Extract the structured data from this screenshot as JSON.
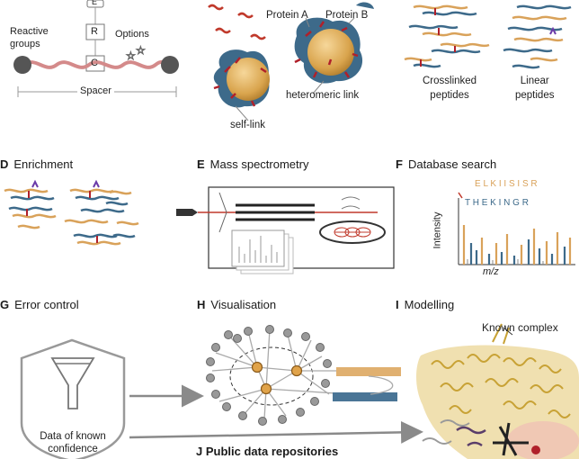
{
  "panelA": {
    "reactive_groups": "Reactive\ngroups",
    "options": "Options",
    "spacer": "Spacer",
    "box_e": "E",
    "box_r": "R",
    "box_c": "C"
  },
  "panelB": {
    "protein_a": "Protein A",
    "protein_b": "Protein B",
    "heteromeric_link": "heteromeric link",
    "self_link": "self-link"
  },
  "panelC": {
    "crosslinked": "Crosslinked\npeptides",
    "linear": "Linear\npeptides"
  },
  "panels": [
    {
      "letter": "D",
      "title": "Enrichment"
    },
    {
      "letter": "E",
      "title": "Mass spectrometry"
    },
    {
      "letter": "F",
      "title": "Database search"
    },
    {
      "letter": "G",
      "title": "Error control"
    },
    {
      "letter": "H",
      "title": "Visualisation"
    },
    {
      "letter": "I",
      "title": "Modelling"
    }
  ],
  "panelF": {
    "seq_top": "E L K I I S I S R",
    "seq_bottom": "T H E K I N G R",
    "ylabel": "Intensity",
    "xlabel": "m/z"
  },
  "panelG": {
    "shield_text": "Data of known\nconfidence"
  },
  "panelI": {
    "known_complex": "Known complex"
  },
  "panelJ": {
    "letter": "J",
    "title": "Public data repositories"
  },
  "colors": {
    "orange": "#d9a25a",
    "blue": "#3d6a8a",
    "red": "#c0392b",
    "pink": "#d9888a",
    "grey": "#888888",
    "gold": "#d9b85a"
  }
}
